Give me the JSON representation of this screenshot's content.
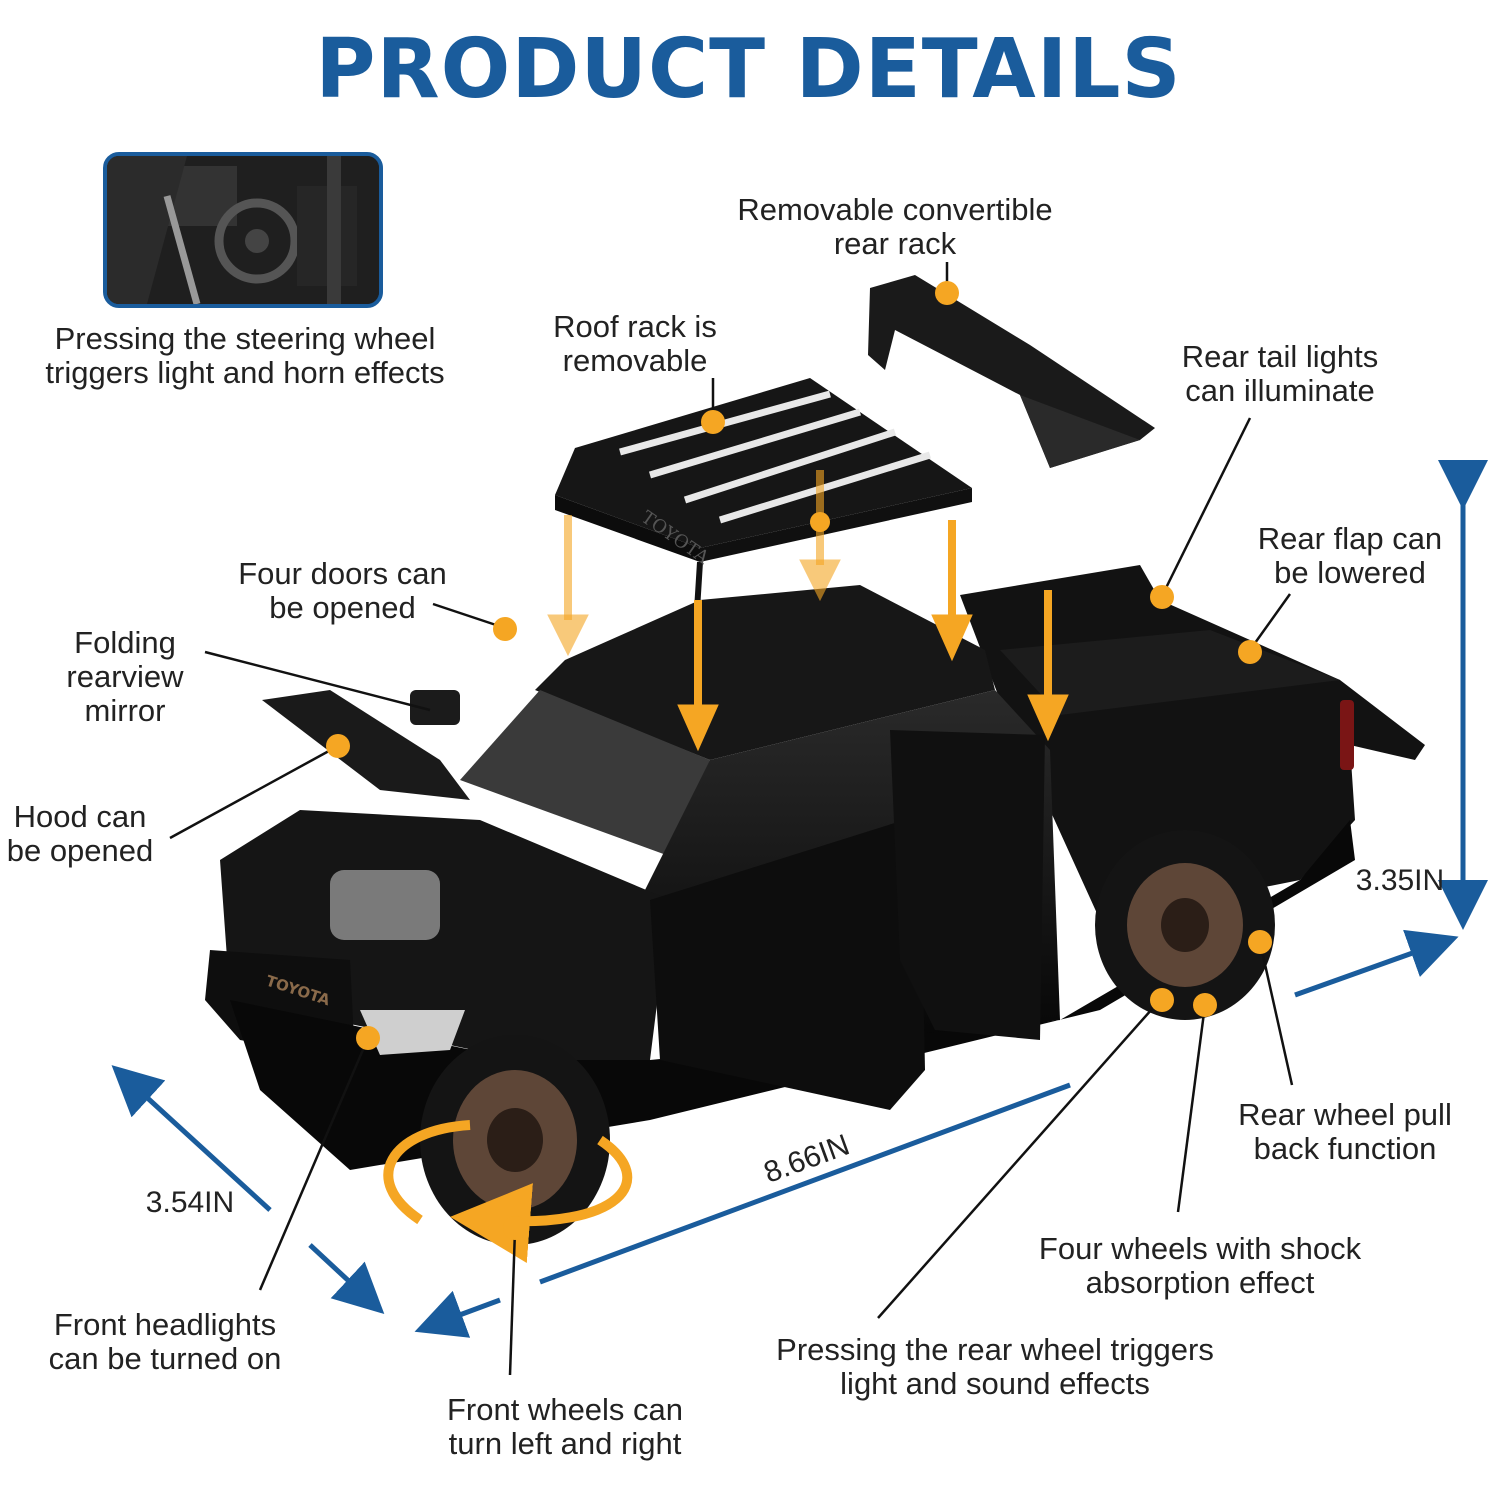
{
  "title": "PRODUCT DETAILS",
  "labels": {
    "steering": "Pressing the steering wheel\ntriggers light and horn effects",
    "roof_rack": "Roof rack is\nremovable",
    "rear_rack": "Removable convertible\nrear rack",
    "tail_lights": "Rear tail lights\ncan illuminate",
    "rear_flap": "Rear flap can\nbe lowered",
    "doors": "Four doors can\nbe opened",
    "mirror": "Folding\nrearview\nmirror",
    "hood": "Hood can\nbe opened",
    "rear_wheel_pull": "Rear wheel pull\nback function",
    "shock": "Four wheels with shock\nabsorption effect",
    "headlights": "Front headlights\ncan be turned on",
    "front_wheels": "Front wheels can\nturn left and right",
    "rear_wheel_trigger": "Pressing the rear wheel triggers\nlight and sound effects"
  },
  "dimensions": {
    "height": "3.35IN",
    "length": "8.66IN",
    "width": "3.54IN"
  },
  "grille_text": "TOYOTA",
  "rack_text": "TOYOTA",
  "colors": {
    "accent_blue": "#1a5c9c",
    "callout_orange": "#f5a623",
    "truck_black": "#111111"
  }
}
